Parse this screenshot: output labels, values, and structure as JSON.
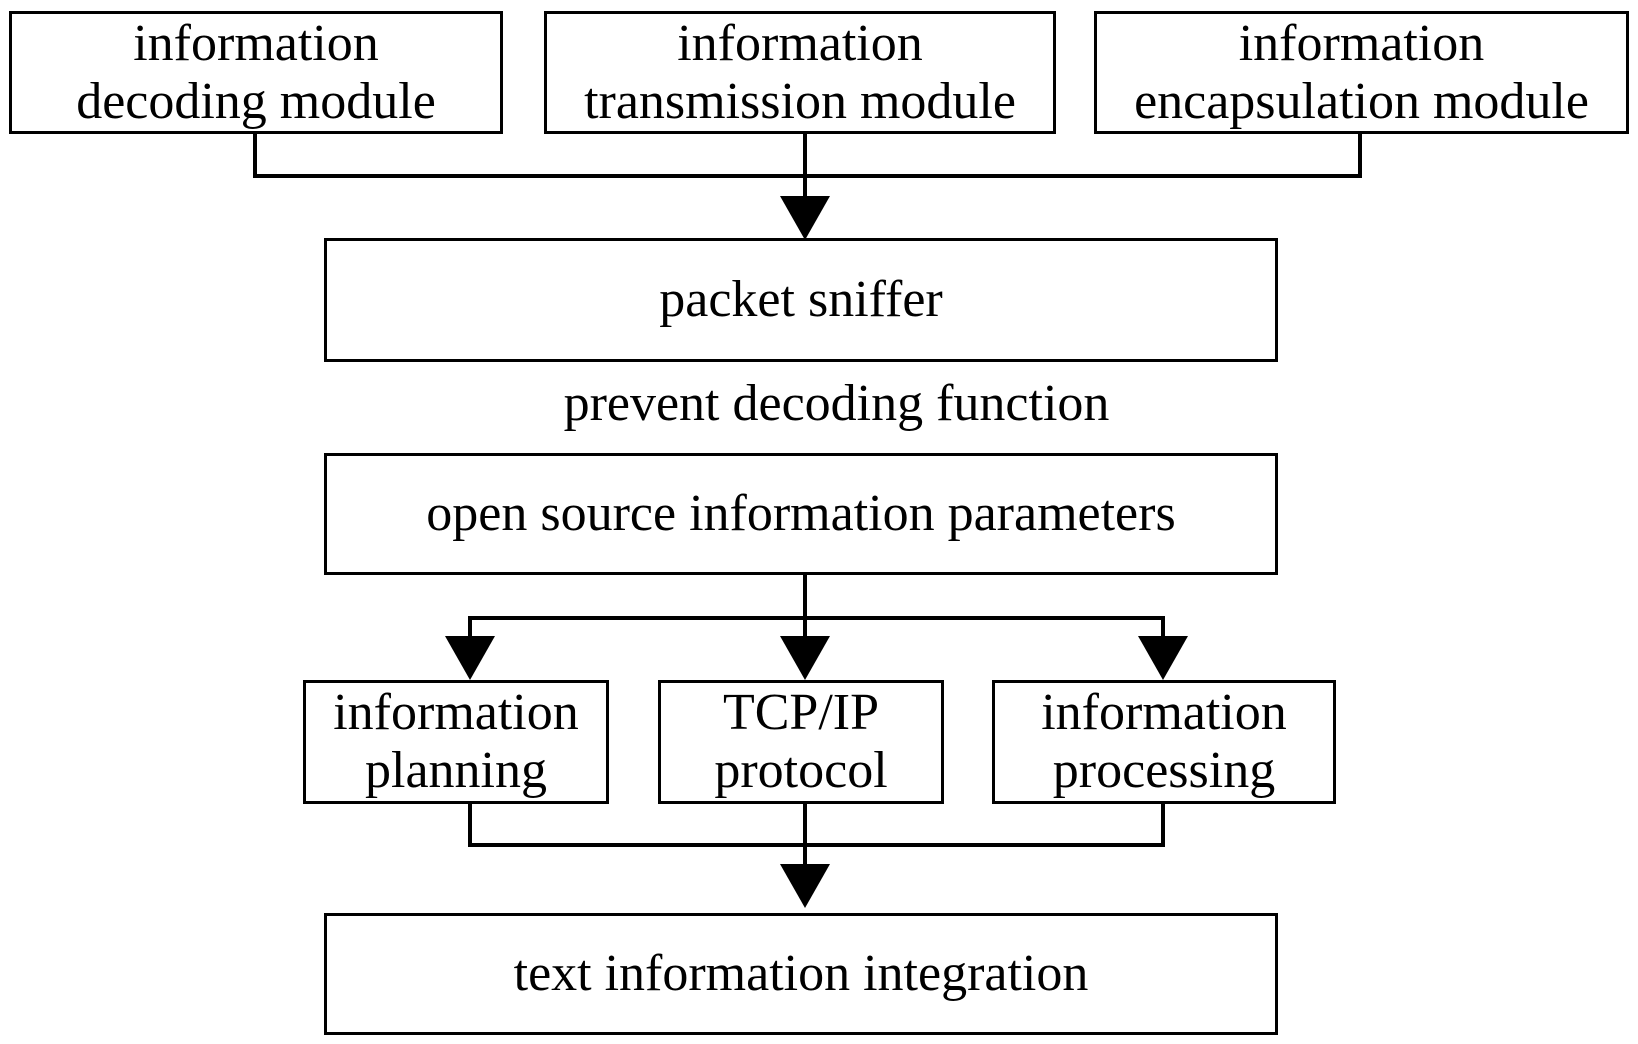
{
  "diagram": {
    "top_modules": [
      {
        "line1": "information",
        "line2": "decoding module"
      },
      {
        "line1": "information",
        "line2": "transmission module"
      },
      {
        "line1": "information",
        "line2": "encapsulation module"
      }
    ],
    "packet_sniffer": "packet sniffer",
    "prevent_label": "prevent decoding function",
    "open_source": "open source information parameters",
    "mid_modules": [
      {
        "line1": "information",
        "line2": "planning"
      },
      {
        "line1": "TCP/IP",
        "line2": "protocol"
      },
      {
        "line1": "information",
        "line2": "processing"
      }
    ],
    "text_integration": "text information integration",
    "colors": {
      "stroke": "#000000",
      "fill": "#ffffff"
    }
  }
}
